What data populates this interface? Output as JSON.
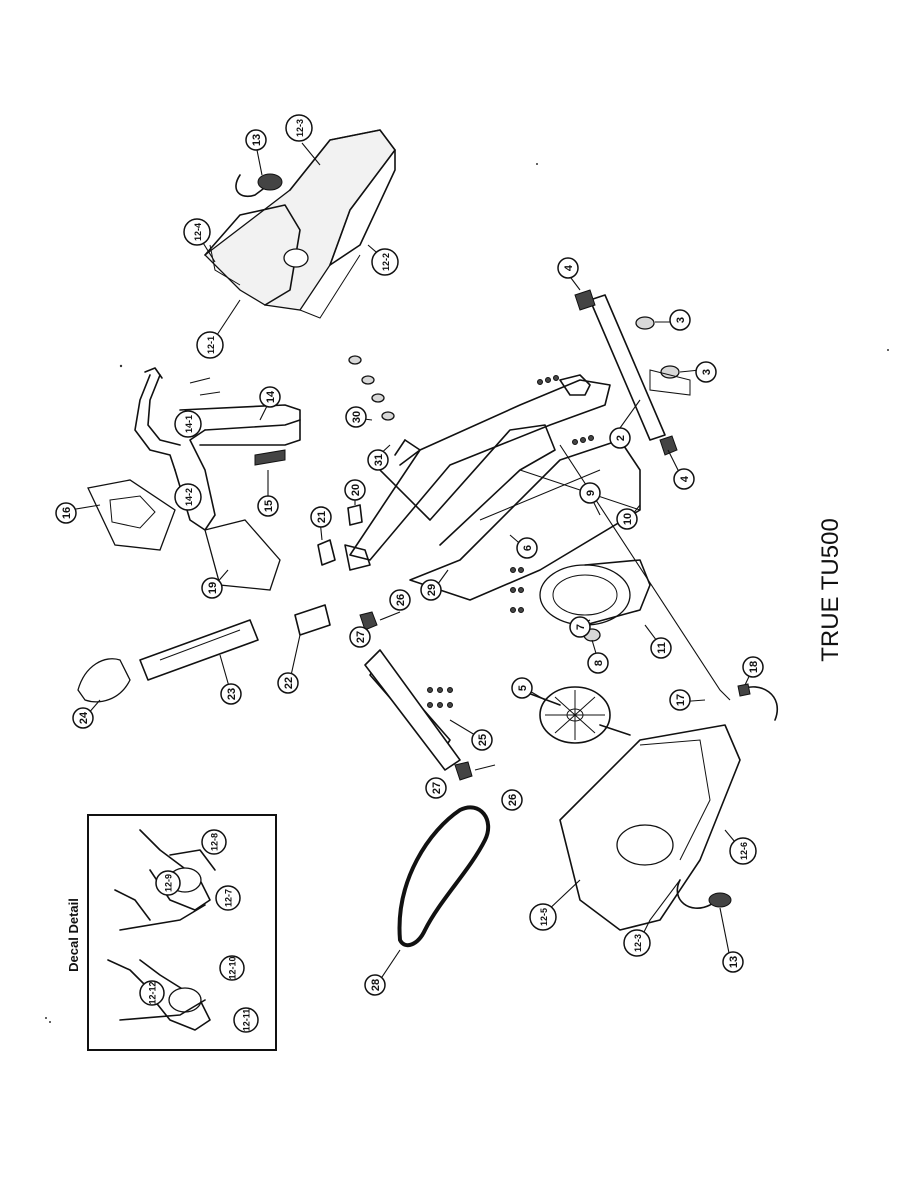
{
  "title": "TRUE TU500",
  "decal_box": {
    "title": "Decal Detail",
    "labels": [
      "12-8",
      "12-9",
      "12-7",
      "12-12",
      "12-10",
      "12-11"
    ]
  },
  "callouts": [
    "12-3",
    "13",
    "12-4",
    "12-2",
    "12-1",
    "4",
    "3",
    "3",
    "2",
    "4",
    "16",
    "14",
    "14-1",
    "14-2",
    "30",
    "31",
    "15",
    "20",
    "21",
    "19",
    "9",
    "10",
    "6",
    "29",
    "26",
    "27",
    "22",
    "7",
    "11",
    "8",
    "24",
    "23",
    "5",
    "25",
    "17",
    "18",
    "27",
    "26",
    "12-6",
    "12-5",
    "28",
    "12-3",
    "13"
  ]
}
